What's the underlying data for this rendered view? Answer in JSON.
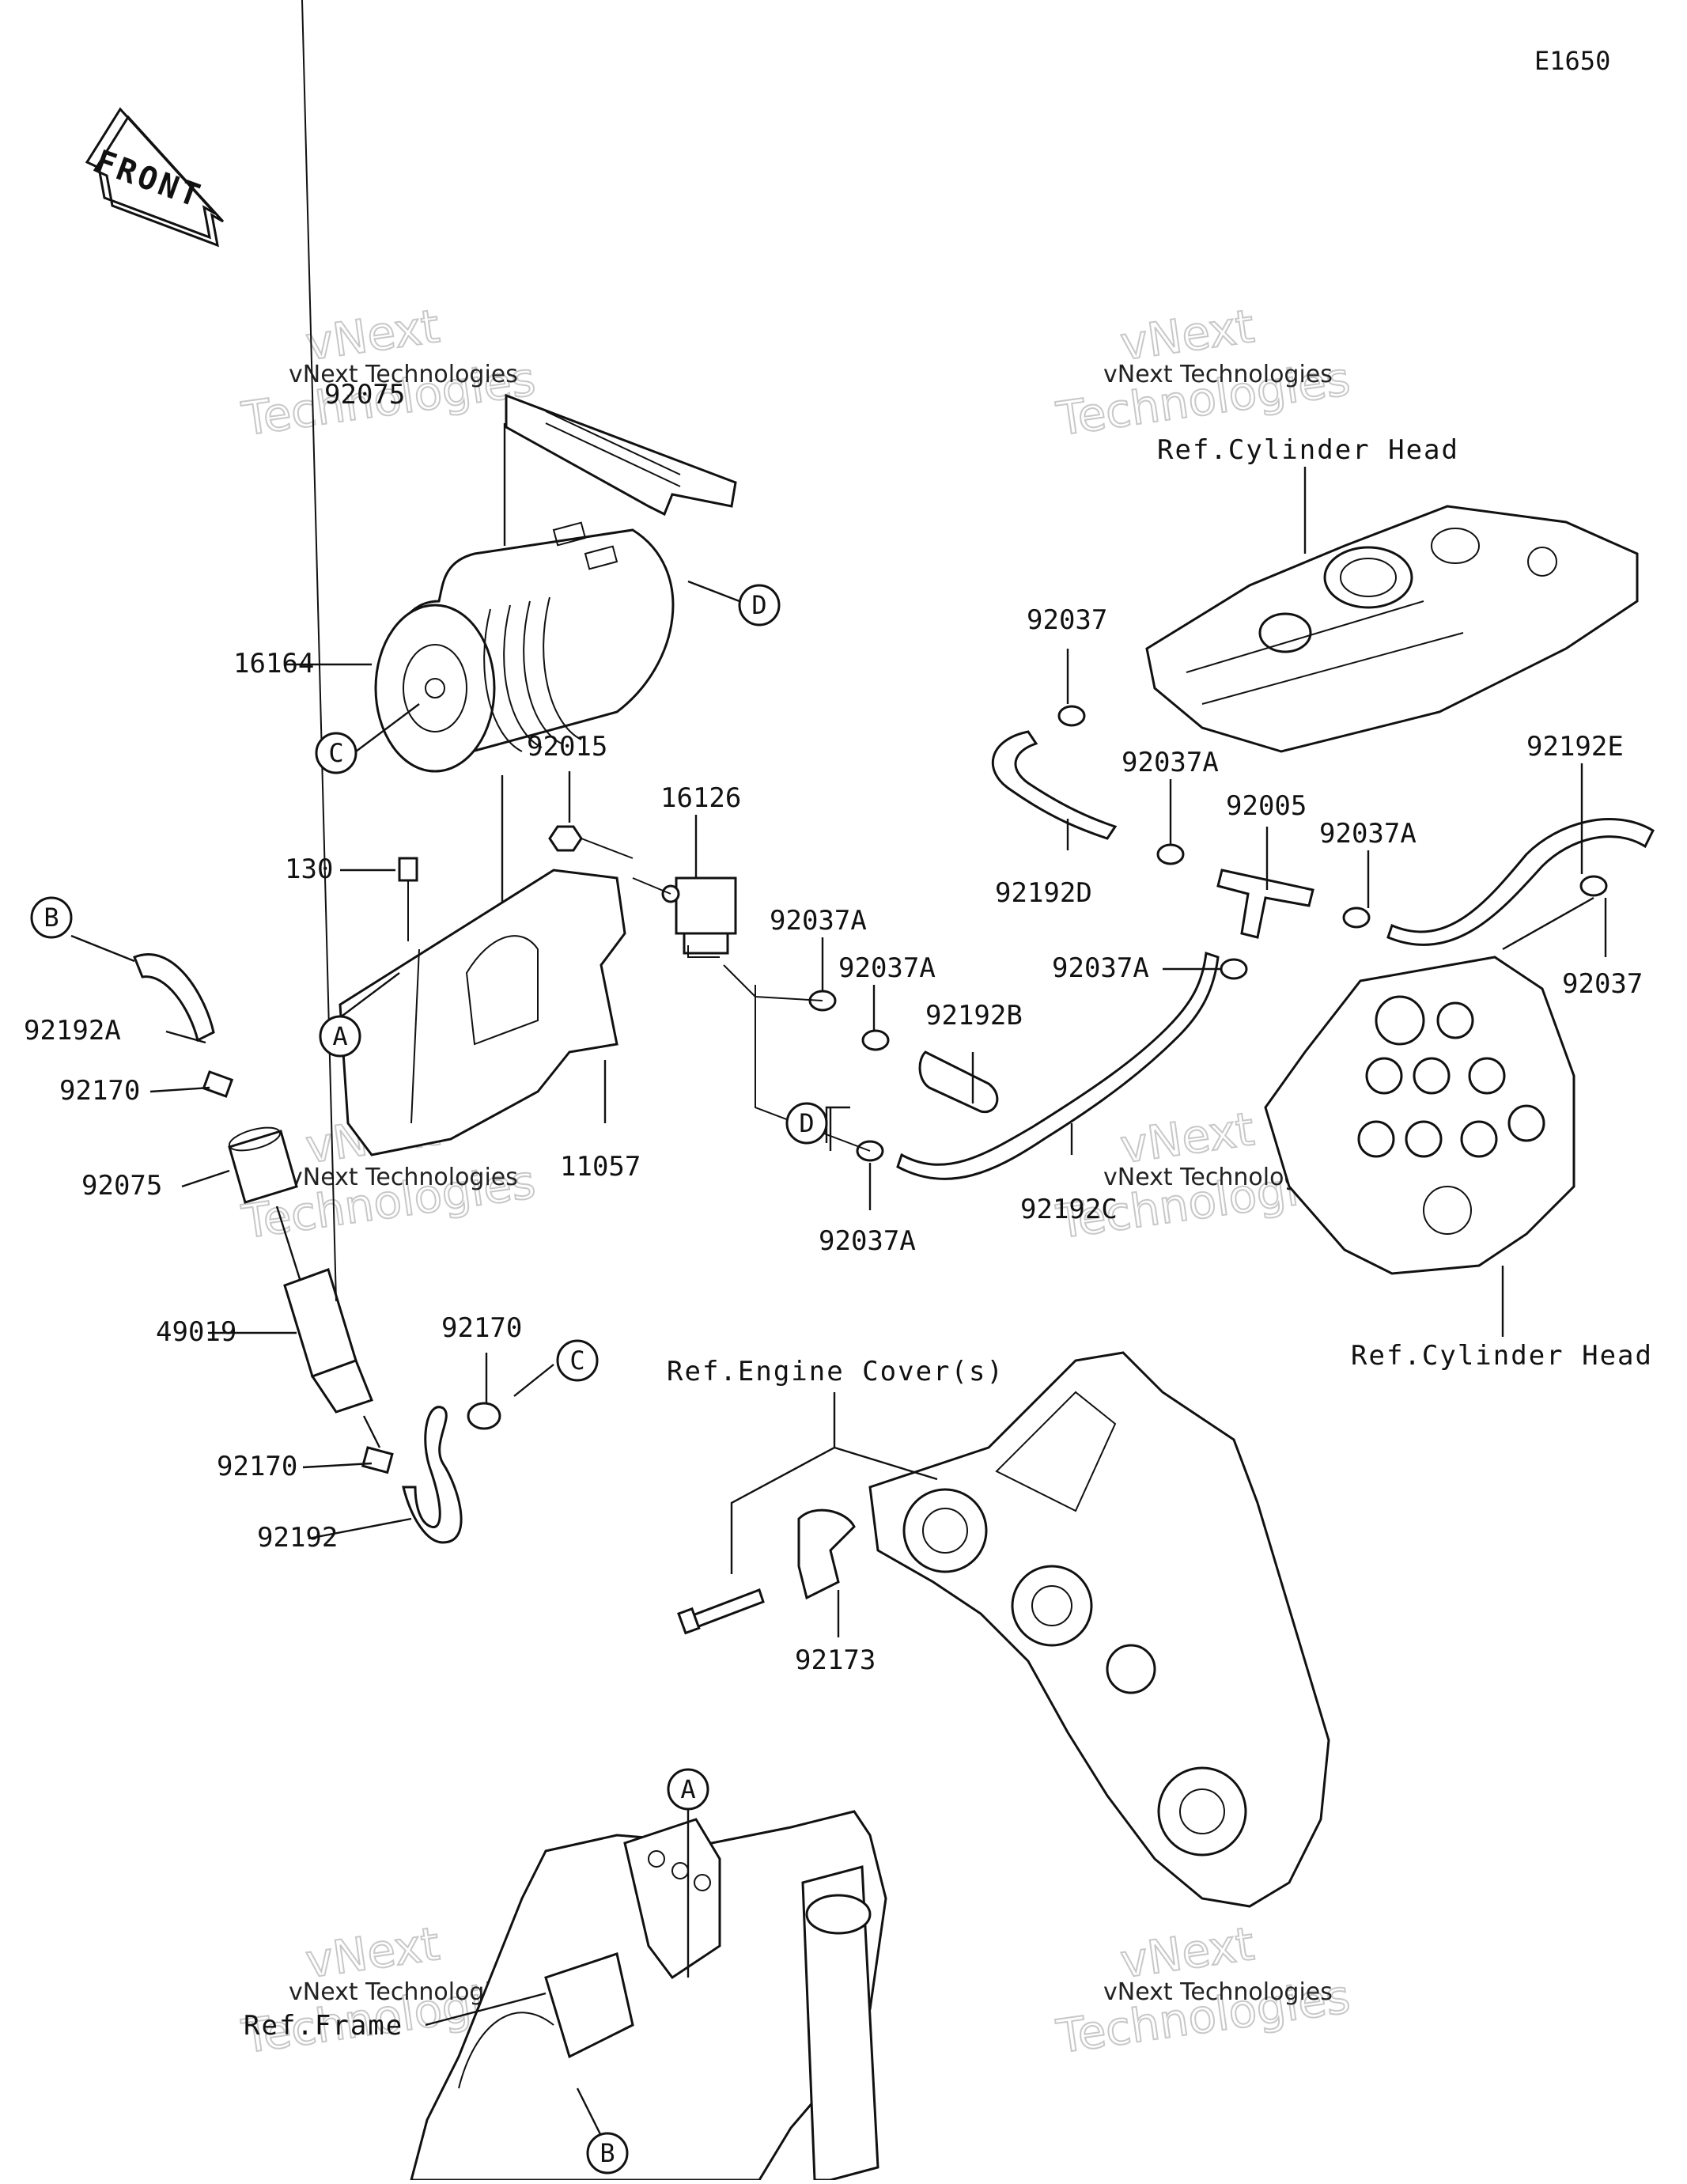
{
  "diagram": {
    "code": "E1650",
    "front_label": "FRONT",
    "watermark": {
      "line1": "vNext Technologies",
      "line2": "vNext",
      "line3": "Technologies"
    },
    "refs": {
      "cylinder_head_top": "Ref.Cylinder Head",
      "cylinder_head_bottom": "Ref.Cylinder Head",
      "engine_covers": "Ref.Engine Cover(s)",
      "frame": "Ref.Frame"
    },
    "parts": {
      "p92075_top": "92075",
      "p16164": "16164",
      "p92015": "92015",
      "p16126": "16126",
      "p130": "130",
      "p92192A": "92192A",
      "p92170_a": "92170",
      "p92075": "92075",
      "p11057": "11057",
      "p49019": "49019",
      "p92170_b": "92170",
      "p92170_c": "92170",
      "p92192": "92192",
      "p92037A_1": "92037A",
      "p92037A_2": "92037A",
      "p92192B": "92192B",
      "p92037A_3": "92037A",
      "p92192C": "92192C",
      "p92037_top": "92037",
      "p92192D": "92192D",
      "p92037A_4": "92037A",
      "p92005": "92005",
      "p92037A_5": "92037A",
      "p92192E": "92192E",
      "p92037A_6": "92037A",
      "p92037_right": "92037",
      "p92173": "92173"
    },
    "callouts": {
      "D_top": "D",
      "C_top": "C",
      "B_left": "B",
      "A_left": "A",
      "D_mid": "D",
      "C_mid": "C",
      "A_bottom": "A",
      "B_bottom": "B"
    }
  }
}
